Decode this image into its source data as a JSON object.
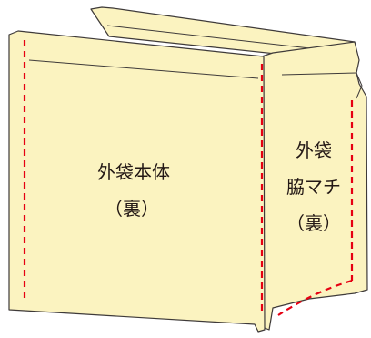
{
  "diagram": {
    "front_panel": {
      "label_line1": "外袋本体",
      "label_line2": "（裏）"
    },
    "side_panel": {
      "label_line1": "外袋",
      "label_line2": "脇マチ",
      "label_line3": "（裏）"
    },
    "colors": {
      "fabric": "#FBF3C0",
      "outline": "#3E3A39",
      "stitch": "#E60012",
      "text": "#231815"
    }
  }
}
